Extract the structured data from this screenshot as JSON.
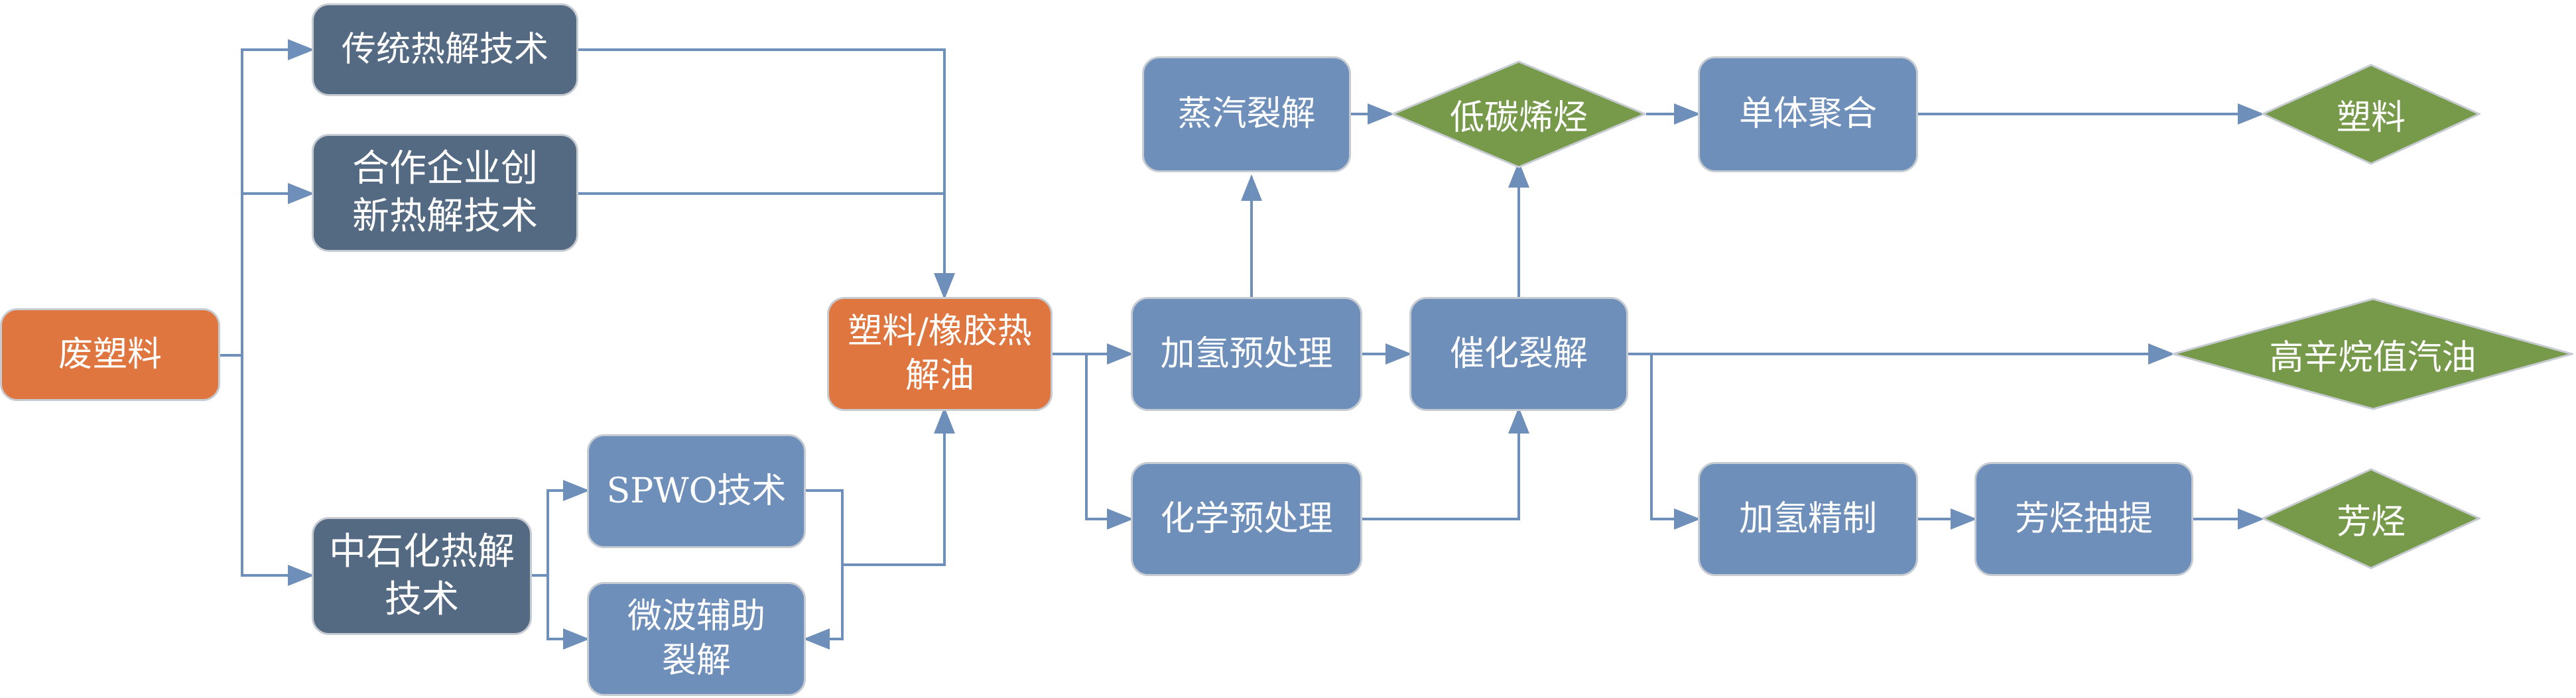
{
  "nodes": {
    "waste_plastic": "废塑料",
    "traditional_pyrolysis": "传统热解技术",
    "partner_pyrolysis": "合作企业创新热解技术",
    "sinopec_pyrolysis": "中石化热解技术",
    "spwo": "SPWO技术",
    "microwave": "微波辅助裂解",
    "pyrolysis_oil": "塑料/橡胶热解油",
    "steam_cracking": "蒸汽裂解",
    "light_olefins": "低碳烯烃",
    "monomer_polymerization": "单体聚合",
    "plastic": "塑料",
    "hydro_pretreatment": "加氢预处理",
    "chemical_pretreatment": "化学预处理",
    "catalytic_cracking": "催化裂解",
    "high_octane_gasoline": "高辛烷值汽油",
    "hydrorefining": "加氢精制",
    "aromatics_extraction": "芳烃抽提",
    "aromatics": "芳烃"
  },
  "colors": {
    "orange": "#e0763f",
    "dark_slate": "#546982",
    "steel_blue": "#6f8fbb",
    "green": "#76994a",
    "connector": "#6f8fbb"
  }
}
